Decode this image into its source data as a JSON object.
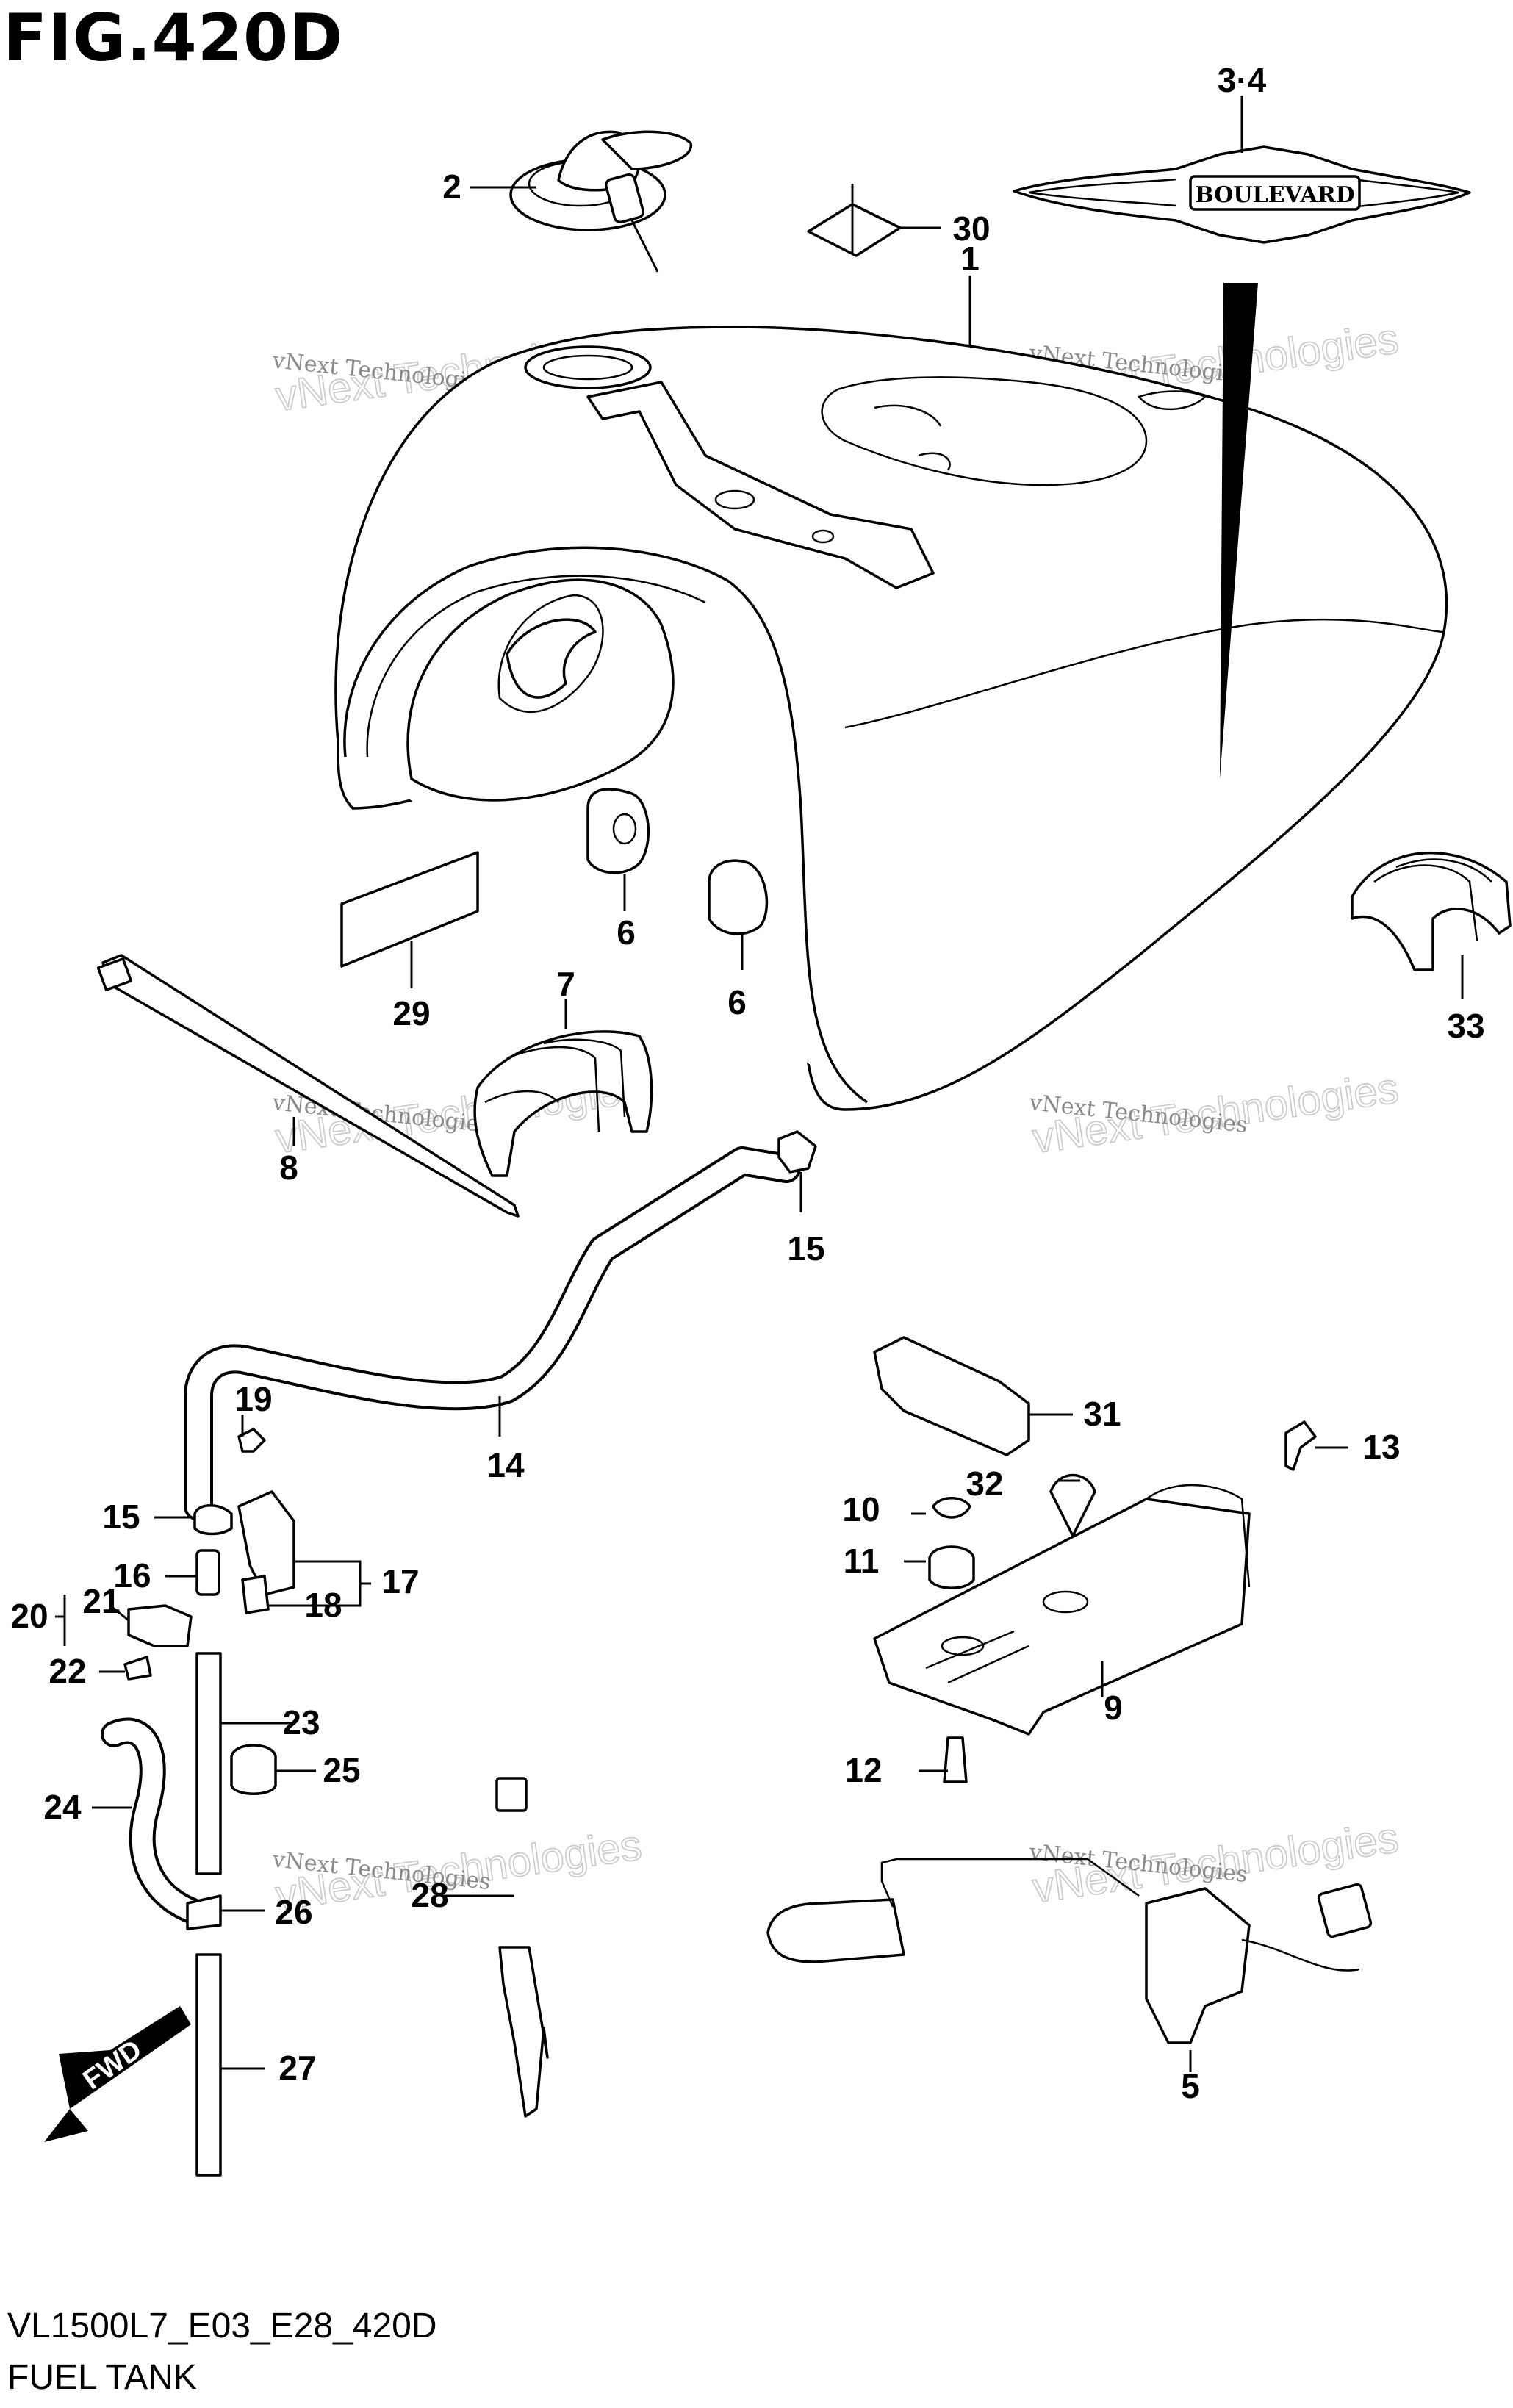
{
  "figure_title": "FIG.420D",
  "footer": {
    "code": "VL1500L7_E03_E28_420D",
    "name": "FUEL TANK"
  },
  "watermark": {
    "line1": "vNext Technologies",
    "line2": "vNext Technologies"
  },
  "badge_text": "BOULEVARD",
  "fwd_label": "FWD",
  "callouts": [
    "1",
    "2",
    "3·4",
    "5",
    "6",
    "6",
    "7",
    "8",
    "9",
    "10",
    "11",
    "12",
    "13",
    "14",
    "15",
    "15",
    "16",
    "17",
    "18",
    "19",
    "20",
    "21",
    "22",
    "23",
    "24",
    "25",
    "26",
    "27",
    "28",
    "29",
    "30",
    "31",
    "32",
    "33"
  ]
}
